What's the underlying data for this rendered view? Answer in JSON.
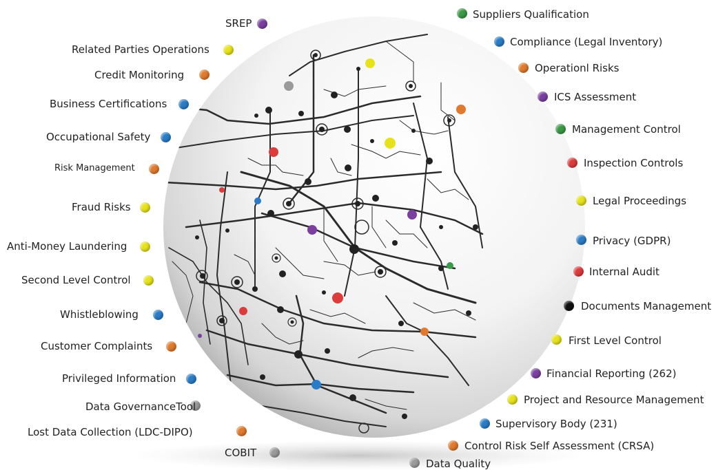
{
  "colors": {
    "purple": "#7b3fa0",
    "yellow": "#e6e21c",
    "orange": "#e07a2e",
    "blue": "#2a7cc7",
    "green": "#3b9a45",
    "red": "#dc3c3c",
    "gray": "#9a9a9a",
    "black": "#111111"
  },
  "left_items": [
    {
      "label": "SREP",
      "color": "purple"
    },
    {
      "label": "Related Parties Operations",
      "color": "yellow"
    },
    {
      "label": "Credit Monitoring",
      "color": "orange"
    },
    {
      "label": "Business Certifications",
      "color": "blue"
    },
    {
      "label": "Occupational Safety",
      "color": "blue"
    },
    {
      "label": "Risk Management",
      "color": "orange"
    },
    {
      "label": "Fraud Risks",
      "color": "yellow"
    },
    {
      "label": "Anti-Money Laundering",
      "color": "yellow"
    },
    {
      "label": "Second Level Control",
      "color": "yellow"
    },
    {
      "label": "Whistleblowing",
      "color": "blue"
    },
    {
      "label": "Customer Complaints",
      "color": "orange"
    },
    {
      "label": "Privileged Information",
      "color": "blue"
    },
    {
      "label": "Data GovernanceTool",
      "color": "gray"
    },
    {
      "label": "Lost Data Collection (LDC-DIPO)",
      "color": "orange"
    },
    {
      "label": "COBIT",
      "color": "gray"
    }
  ],
  "right_items": [
    {
      "label": "Suppliers Qualification",
      "color": "green"
    },
    {
      "label": "Compliance (Legal Inventory)",
      "color": "blue"
    },
    {
      "label": "Operationl Risks",
      "color": "orange"
    },
    {
      "label": "ICS Assessment",
      "color": "purple"
    },
    {
      "label": "Management Control",
      "color": "green"
    },
    {
      "label": "Inspection Controls",
      "color": "red"
    },
    {
      "label": "Legal Proceedings",
      "color": "yellow"
    },
    {
      "label": "Privacy (GDPR)",
      "color": "blue"
    },
    {
      "label": "Internal Audit",
      "color": "red"
    },
    {
      "label": "Documents Management",
      "color": "black"
    },
    {
      "label": "First Level Control",
      "color": "yellow"
    },
    {
      "label": "Financial Reporting (262)",
      "color": "purple"
    },
    {
      "label": "Project and Resource Management",
      "color": "yellow"
    },
    {
      "label": "Supervisory Body (231)",
      "color": "blue"
    },
    {
      "label": "Control Risk Self Assessment (CRSA)",
      "color": "orange"
    },
    {
      "label": "Data Quality",
      "color": "gray"
    }
  ]
}
